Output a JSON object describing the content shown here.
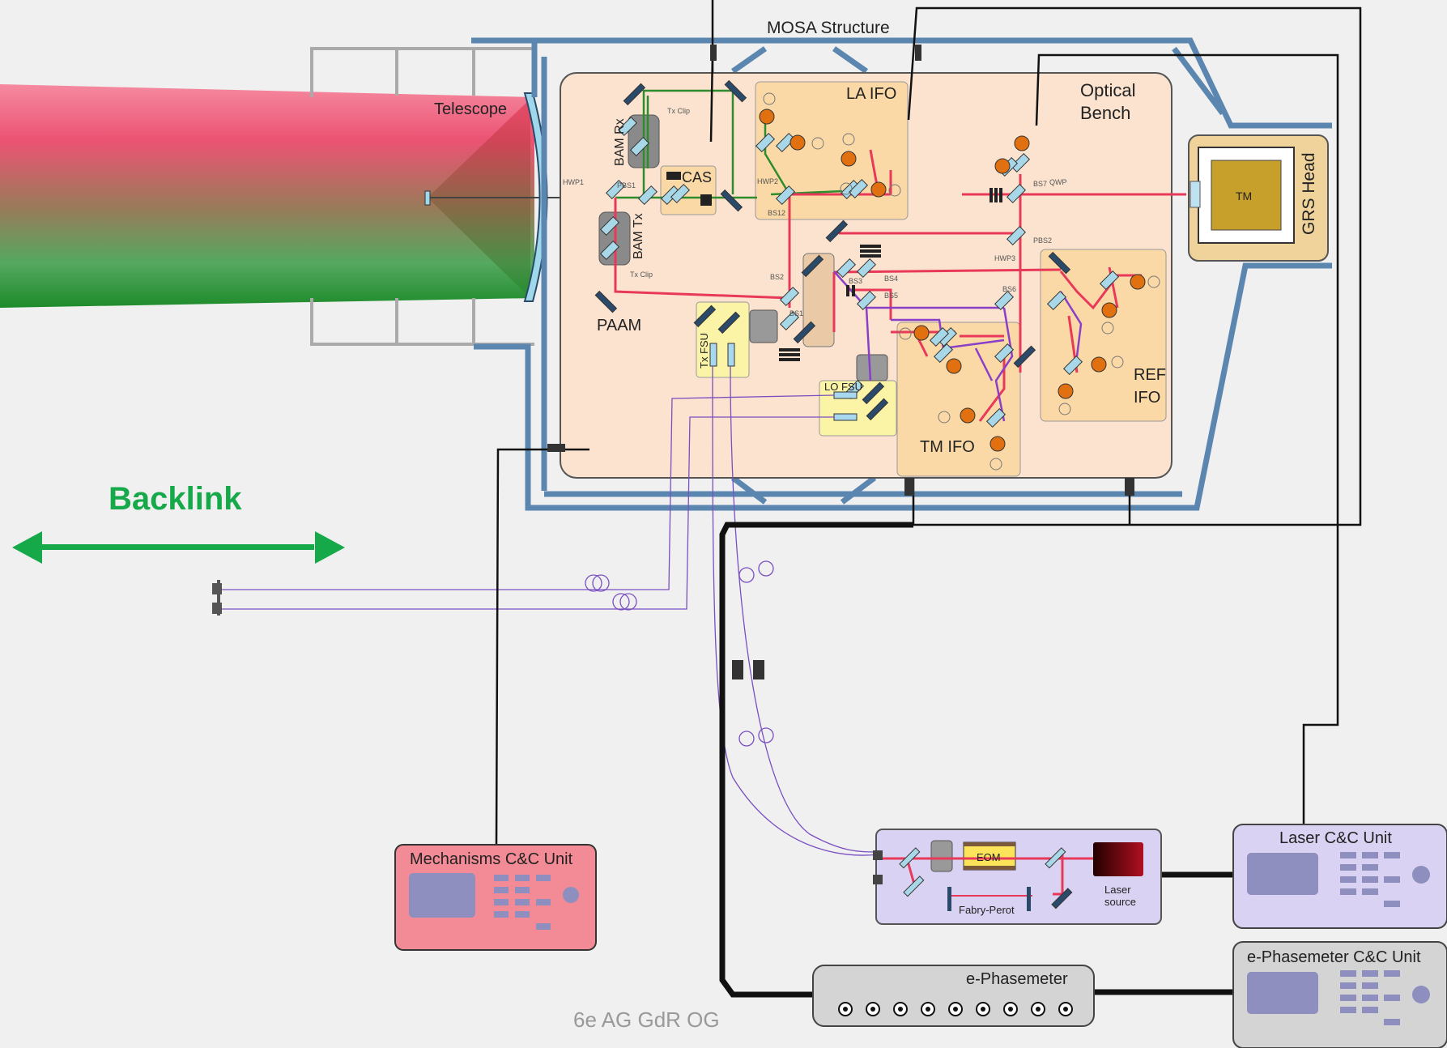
{
  "labels": {
    "mosa_structure": "MOSA Structure",
    "telescope": "Telescope",
    "optical_bench_1": "Optical",
    "optical_bench_2": "Bench",
    "la_ifo": "LA IFO",
    "cas": "CAS",
    "bam_rx": "BAM Rx",
    "bam_tx": "BAM Tx",
    "paam": "PAAM",
    "tx_fsu": "Tx FSU",
    "lo_fsu": "LO FSU",
    "tm_ifo": "TM IFO",
    "ref_ifo_1": "REF",
    "ref_ifo_2": "IFO",
    "tm": "TM",
    "grs_head": "GRS Head",
    "backlink": "Backlink",
    "mechanisms_unit": "Mechanisms C&C Unit",
    "laser_unit": "Laser C&C Unit",
    "phasemeter_unit": "e-Phasemeter C&C Unit",
    "e_phasemeter": "e-Phasemeter",
    "eom": "EOM",
    "fabry_perot": "Fabry-Perot",
    "laser_source_1": "Laser",
    "laser_source_2": "source",
    "footer": "6e AG GdR OG"
  },
  "small_labels": {
    "bs1": "BS1",
    "bs2": "BS2",
    "bs3": "BS3",
    "bs4": "BS4",
    "bs5": "BS5",
    "bs6": "BS6",
    "bs7": "BS7",
    "bs12": "BS12",
    "pbs1": "PBS1",
    "pbs2": "PBS2",
    "hwp1": "HWP1",
    "hwp2": "HWP2",
    "hwp3": "HWP3",
    "qwp": "QWP",
    "tx_clip": "Tx Clip",
    "tx_clip2": "Tx Clip"
  },
  "colors": {
    "beam_red": "#e8395a",
    "beam_green": "#2e8b2e",
    "fiber_purple": "#7a4fc0",
    "structure_blue": "#5b86b0",
    "bench_fill": "#fbe3cf",
    "ifo_fill": "#fbd9a6",
    "backlink_green": "#16a94a",
    "mech_fill": "#f28b95",
    "laser_fill": "#d9d2f2",
    "phasemeter_fill": "#d4d4d4",
    "tm_gold": "#c7a02c"
  }
}
